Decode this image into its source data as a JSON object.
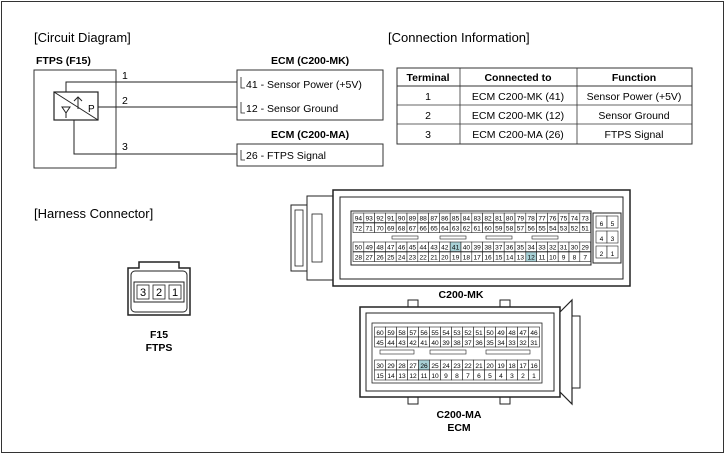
{
  "sections": {
    "circuit": "[Circuit Diagram]",
    "connection": "[Connection Information]",
    "harness": "[Harness Connector]"
  },
  "diagram": {
    "sensor_title": "FTPS (F15)",
    "sensor_symbol": "P",
    "ecm_mk_title": "ECM (C200-MK)",
    "ecm_ma_title": "ECM (C200-MA)",
    "wire_numbers": [
      "1",
      "2",
      "3"
    ],
    "ecm_mk_pins": [
      "41 - Sensor Power (+5V)",
      "12 - Sensor Ground"
    ],
    "ecm_ma_pins": [
      "26 - FTPS Signal"
    ]
  },
  "table": {
    "headers": [
      "Terminal",
      "Connected to",
      "Function"
    ],
    "rows": [
      [
        "1",
        "ECM C200-MK (41)",
        "Sensor Power (+5V)"
      ],
      [
        "2",
        "ECM C200-MK (12)",
        "Sensor Ground"
      ],
      [
        "3",
        "ECM C200-MA (26)",
        "FTPS Signal"
      ]
    ]
  },
  "harness": {
    "pins": [
      "3",
      "2",
      "1"
    ],
    "label1": "F15",
    "label2": "FTPS"
  },
  "c200mk": {
    "label": "C200-MK",
    "row1": [
      "94",
      "93",
      "92",
      "91",
      "90",
      "89",
      "88",
      "87",
      "86",
      "85",
      "84",
      "83",
      "82",
      "81",
      "80",
      "79",
      "78",
      "77",
      "76",
      "75",
      "74",
      "73"
    ],
    "row2": [
      "72",
      "71",
      "70",
      "69",
      "68",
      "67",
      "66",
      "65",
      "64",
      "63",
      "62",
      "61",
      "60",
      "59",
      "58",
      "57",
      "56",
      "55",
      "54",
      "53",
      "52",
      "51"
    ],
    "row3": [
      "50",
      "49",
      "48",
      "47",
      "46",
      "45",
      "44",
      "43",
      "42",
      "41",
      "40",
      "39",
      "38",
      "37",
      "36",
      "35",
      "34",
      "33",
      "32",
      "31",
      "30",
      "29"
    ],
    "row4": [
      "28",
      "27",
      "26",
      "25",
      "24",
      "23",
      "22",
      "21",
      "20",
      "19",
      "18",
      "17",
      "16",
      "15",
      "14",
      "13",
      "12",
      "11",
      "10",
      "9",
      "8",
      "7"
    ],
    "side": [
      [
        "6",
        "5"
      ],
      [
        "4",
        "3"
      ],
      [
        "2",
        "1"
      ]
    ],
    "highlight": [
      "41",
      "12"
    ]
  },
  "c200ma": {
    "label": "C200-MA",
    "sublabel": "ECM",
    "row1": [
      "60",
      "59",
      "58",
      "57",
      "56",
      "55",
      "54",
      "53",
      "52",
      "51",
      "50",
      "49",
      "48",
      "47",
      "46"
    ],
    "row2": [
      "45",
      "44",
      "43",
      "42",
      "41",
      "40",
      "39",
      "38",
      "37",
      "36",
      "35",
      "34",
      "33",
      "32",
      "31"
    ],
    "row3": [
      "30",
      "29",
      "28",
      "27",
      "26",
      "25",
      "24",
      "23",
      "22",
      "21",
      "20",
      "19",
      "18",
      "17",
      "16"
    ],
    "row4": [
      "15",
      "14",
      "13",
      "12",
      "11",
      "10",
      "9",
      "8",
      "7",
      "6",
      "5",
      "4",
      "3",
      "2",
      "1"
    ],
    "highlight": [
      "26"
    ]
  },
  "colors": {
    "highlight": "#a8d1d6",
    "border": "#333333"
  }
}
